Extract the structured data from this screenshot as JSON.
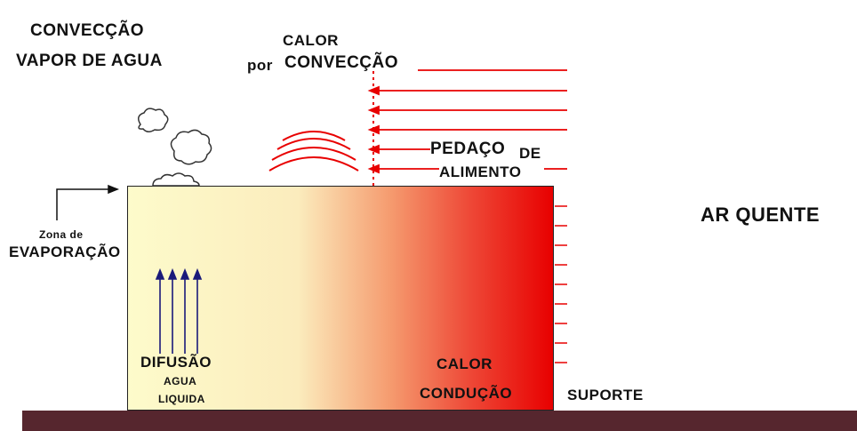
{
  "labels": {
    "conveccao": "CONVECÇÃO",
    "vapor_de_agua": "VAPOR DE AGUA",
    "calor_top": "CALOR",
    "por": "por",
    "conveccao_2": "CONVECÇÃO",
    "pedaco": "PEDAÇO",
    "de": "DE",
    "alimento": "ALIMENTO",
    "ar_quente": "AR QUENTE",
    "zona_de": "Zona de",
    "evaporacao": "EVAPORAÇÃO",
    "difusao": "DIFUSÃO",
    "agua": "AGUA",
    "liquida": "LIQUIDA",
    "calor_bottom": "CALOR",
    "conducao": "CONDUÇÃO",
    "suporte": "SUPORTE"
  },
  "colors": {
    "heat_red": "#e80000",
    "food_light": "#fdfbcb",
    "ground": "#56262e",
    "diffusion_arrow": "#1a1a7a"
  },
  "icons": [
    "steam-cloud-icon",
    "heat-wave-icon",
    "evaporation-arrow-icon",
    "diffusion-arrow-icon",
    "heat-arrow-icon"
  ]
}
